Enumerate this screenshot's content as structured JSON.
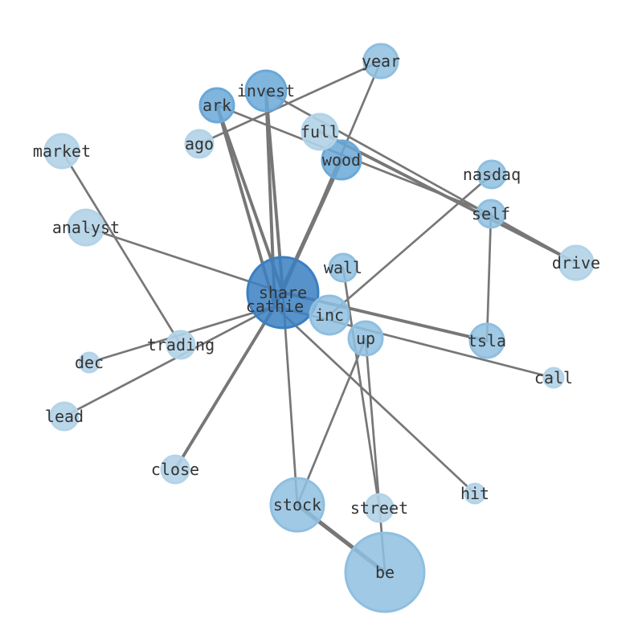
{
  "graph": {
    "colors": {
      "edge": "#777777",
      "node_fills": [
        "#b3d3e8",
        "#8fbfe0",
        "#6aa8d8",
        "#3a7fc1"
      ]
    },
    "nodes": [
      {
        "id": "share",
        "label": "share",
        "level": 3
      },
      {
        "id": "cathie",
        "label": "cathie",
        "level": 3
      },
      {
        "id": "be",
        "label": "be",
        "level": 1
      },
      {
        "id": "stock",
        "label": "stock",
        "level": 1
      },
      {
        "id": "wood",
        "label": "wood",
        "level": 2
      },
      {
        "id": "invest",
        "label": "invest",
        "level": 2
      },
      {
        "id": "ark",
        "label": "ark",
        "level": 2
      },
      {
        "id": "inc",
        "label": "inc",
        "level": 1
      },
      {
        "id": "up",
        "label": "up",
        "level": 1
      },
      {
        "id": "tsla",
        "label": "tsla",
        "level": 1
      },
      {
        "id": "year",
        "label": "year",
        "level": 1
      },
      {
        "id": "full",
        "label": "full",
        "level": 0
      },
      {
        "id": "ago",
        "label": "ago",
        "level": 0
      },
      {
        "id": "market",
        "label": "market",
        "level": 0
      },
      {
        "id": "analyst",
        "label": "analyst",
        "level": 0
      },
      {
        "id": "nasdaq",
        "label": "nasdaq",
        "level": 1
      },
      {
        "id": "self",
        "label": "self",
        "level": 1
      },
      {
        "id": "drive",
        "label": "drive",
        "level": 0
      },
      {
        "id": "wall",
        "label": "wall",
        "level": 1
      },
      {
        "id": "trading",
        "label": "trading",
        "level": 0
      },
      {
        "id": "dec",
        "label": "dec",
        "level": 0
      },
      {
        "id": "lead",
        "label": "lead",
        "level": 0
      },
      {
        "id": "close",
        "label": "close",
        "level": 0
      },
      {
        "id": "street",
        "label": "street",
        "level": 0
      },
      {
        "id": "call",
        "label": "call",
        "level": 0
      },
      {
        "id": "hit",
        "label": "hit",
        "level": 0
      }
    ],
    "edges": [
      {
        "source": "cathie",
        "target": "wood",
        "weight": 3
      },
      {
        "source": "share",
        "target": "ark",
        "weight": 2
      },
      {
        "source": "cathie",
        "target": "ark",
        "weight": 2
      },
      {
        "source": "share",
        "target": "invest",
        "weight": 2
      },
      {
        "source": "cathie",
        "target": "invest",
        "weight": 2
      },
      {
        "source": "share",
        "target": "year",
        "weight": 1
      },
      {
        "source": "cathie",
        "target": "close",
        "weight": 2
      },
      {
        "source": "share",
        "target": "close",
        "weight": 1
      },
      {
        "source": "share",
        "target": "stock",
        "weight": 1
      },
      {
        "source": "share",
        "target": "analyst",
        "weight": 1
      },
      {
        "source": "cathie",
        "target": "dec",
        "weight": 1
      },
      {
        "source": "cathie",
        "target": "lead",
        "weight": 1
      },
      {
        "source": "share",
        "target": "tsla",
        "weight": 2
      },
      {
        "source": "cathie",
        "target": "call",
        "weight": 1
      },
      {
        "source": "cathie",
        "target": "hit",
        "weight": 1
      },
      {
        "source": "stock",
        "target": "be",
        "weight": 3
      },
      {
        "source": "stock",
        "target": "up",
        "weight": 1
      },
      {
        "source": "be",
        "target": "up",
        "weight": 1
      },
      {
        "source": "street",
        "target": "wall",
        "weight": 1
      },
      {
        "source": "ark",
        "target": "self",
        "weight": 1
      },
      {
        "source": "invest",
        "target": "drive",
        "weight": 1
      },
      {
        "source": "full",
        "target": "drive",
        "weight": 2
      },
      {
        "source": "ago",
        "target": "year",
        "weight": 1
      },
      {
        "source": "self",
        "target": "tsla",
        "weight": 1
      },
      {
        "source": "nasdaq",
        "target": "inc",
        "weight": 1
      },
      {
        "source": "market",
        "target": "trading",
        "weight": 1
      }
    ]
  }
}
